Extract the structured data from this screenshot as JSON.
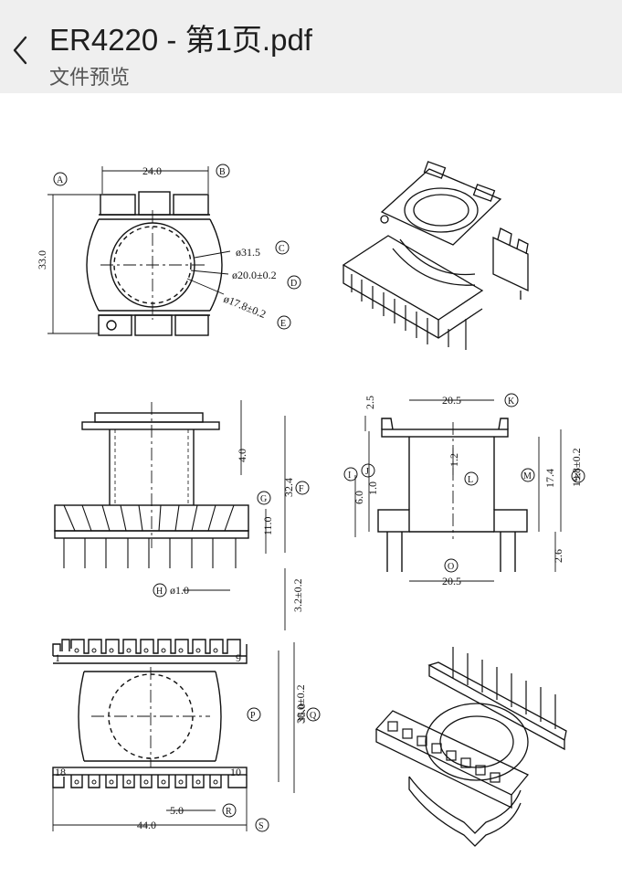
{
  "header": {
    "title": "ER4220 - 第1页.pdf",
    "subtitle": "文件预览",
    "back_icon": "chevron-left-icon"
  },
  "document": {
    "top_view": {
      "dim_width": "24.0",
      "dim_height": "33.0",
      "dia_c": "ø31.5",
      "dia_d": "ø20.0±0.2",
      "dia_e": "ø17.8±0.2",
      "labels": [
        "A",
        "B",
        "C",
        "D",
        "E"
      ]
    },
    "front_view": {
      "dim_4": "4.0",
      "dim_32": "32.4",
      "dim_11": "11.0",
      "dim_pin": "ø1.0",
      "dim_32b": "3.2±0.2",
      "labels": [
        "F",
        "G",
        "H"
      ]
    },
    "side_view": {
      "dim_2_5": "2.5",
      "dim_20_5_top": "20.5",
      "dim_1_2": "1.2",
      "dim_6_0": "6.0",
      "dim_1_0": "1.0",
      "dim_17_4": "17.4",
      "dim_19_8": "19.8±0.2",
      "dim_2_6": "2.6",
      "dim_20_5_bottom": "20.5",
      "labels": [
        "I",
        "J",
        "K",
        "L",
        "M",
        "N",
        "O"
      ]
    },
    "bottom_view": {
      "pin_1": "1",
      "pin_9": "9",
      "pin_18": "18",
      "pin_10": "10",
      "dim_30": "30.0±0.2",
      "dim_35": "35.0",
      "dim_5": "5.0",
      "dim_44": "44.0",
      "labels": [
        "P",
        "Q",
        "R",
        "S"
      ]
    }
  }
}
